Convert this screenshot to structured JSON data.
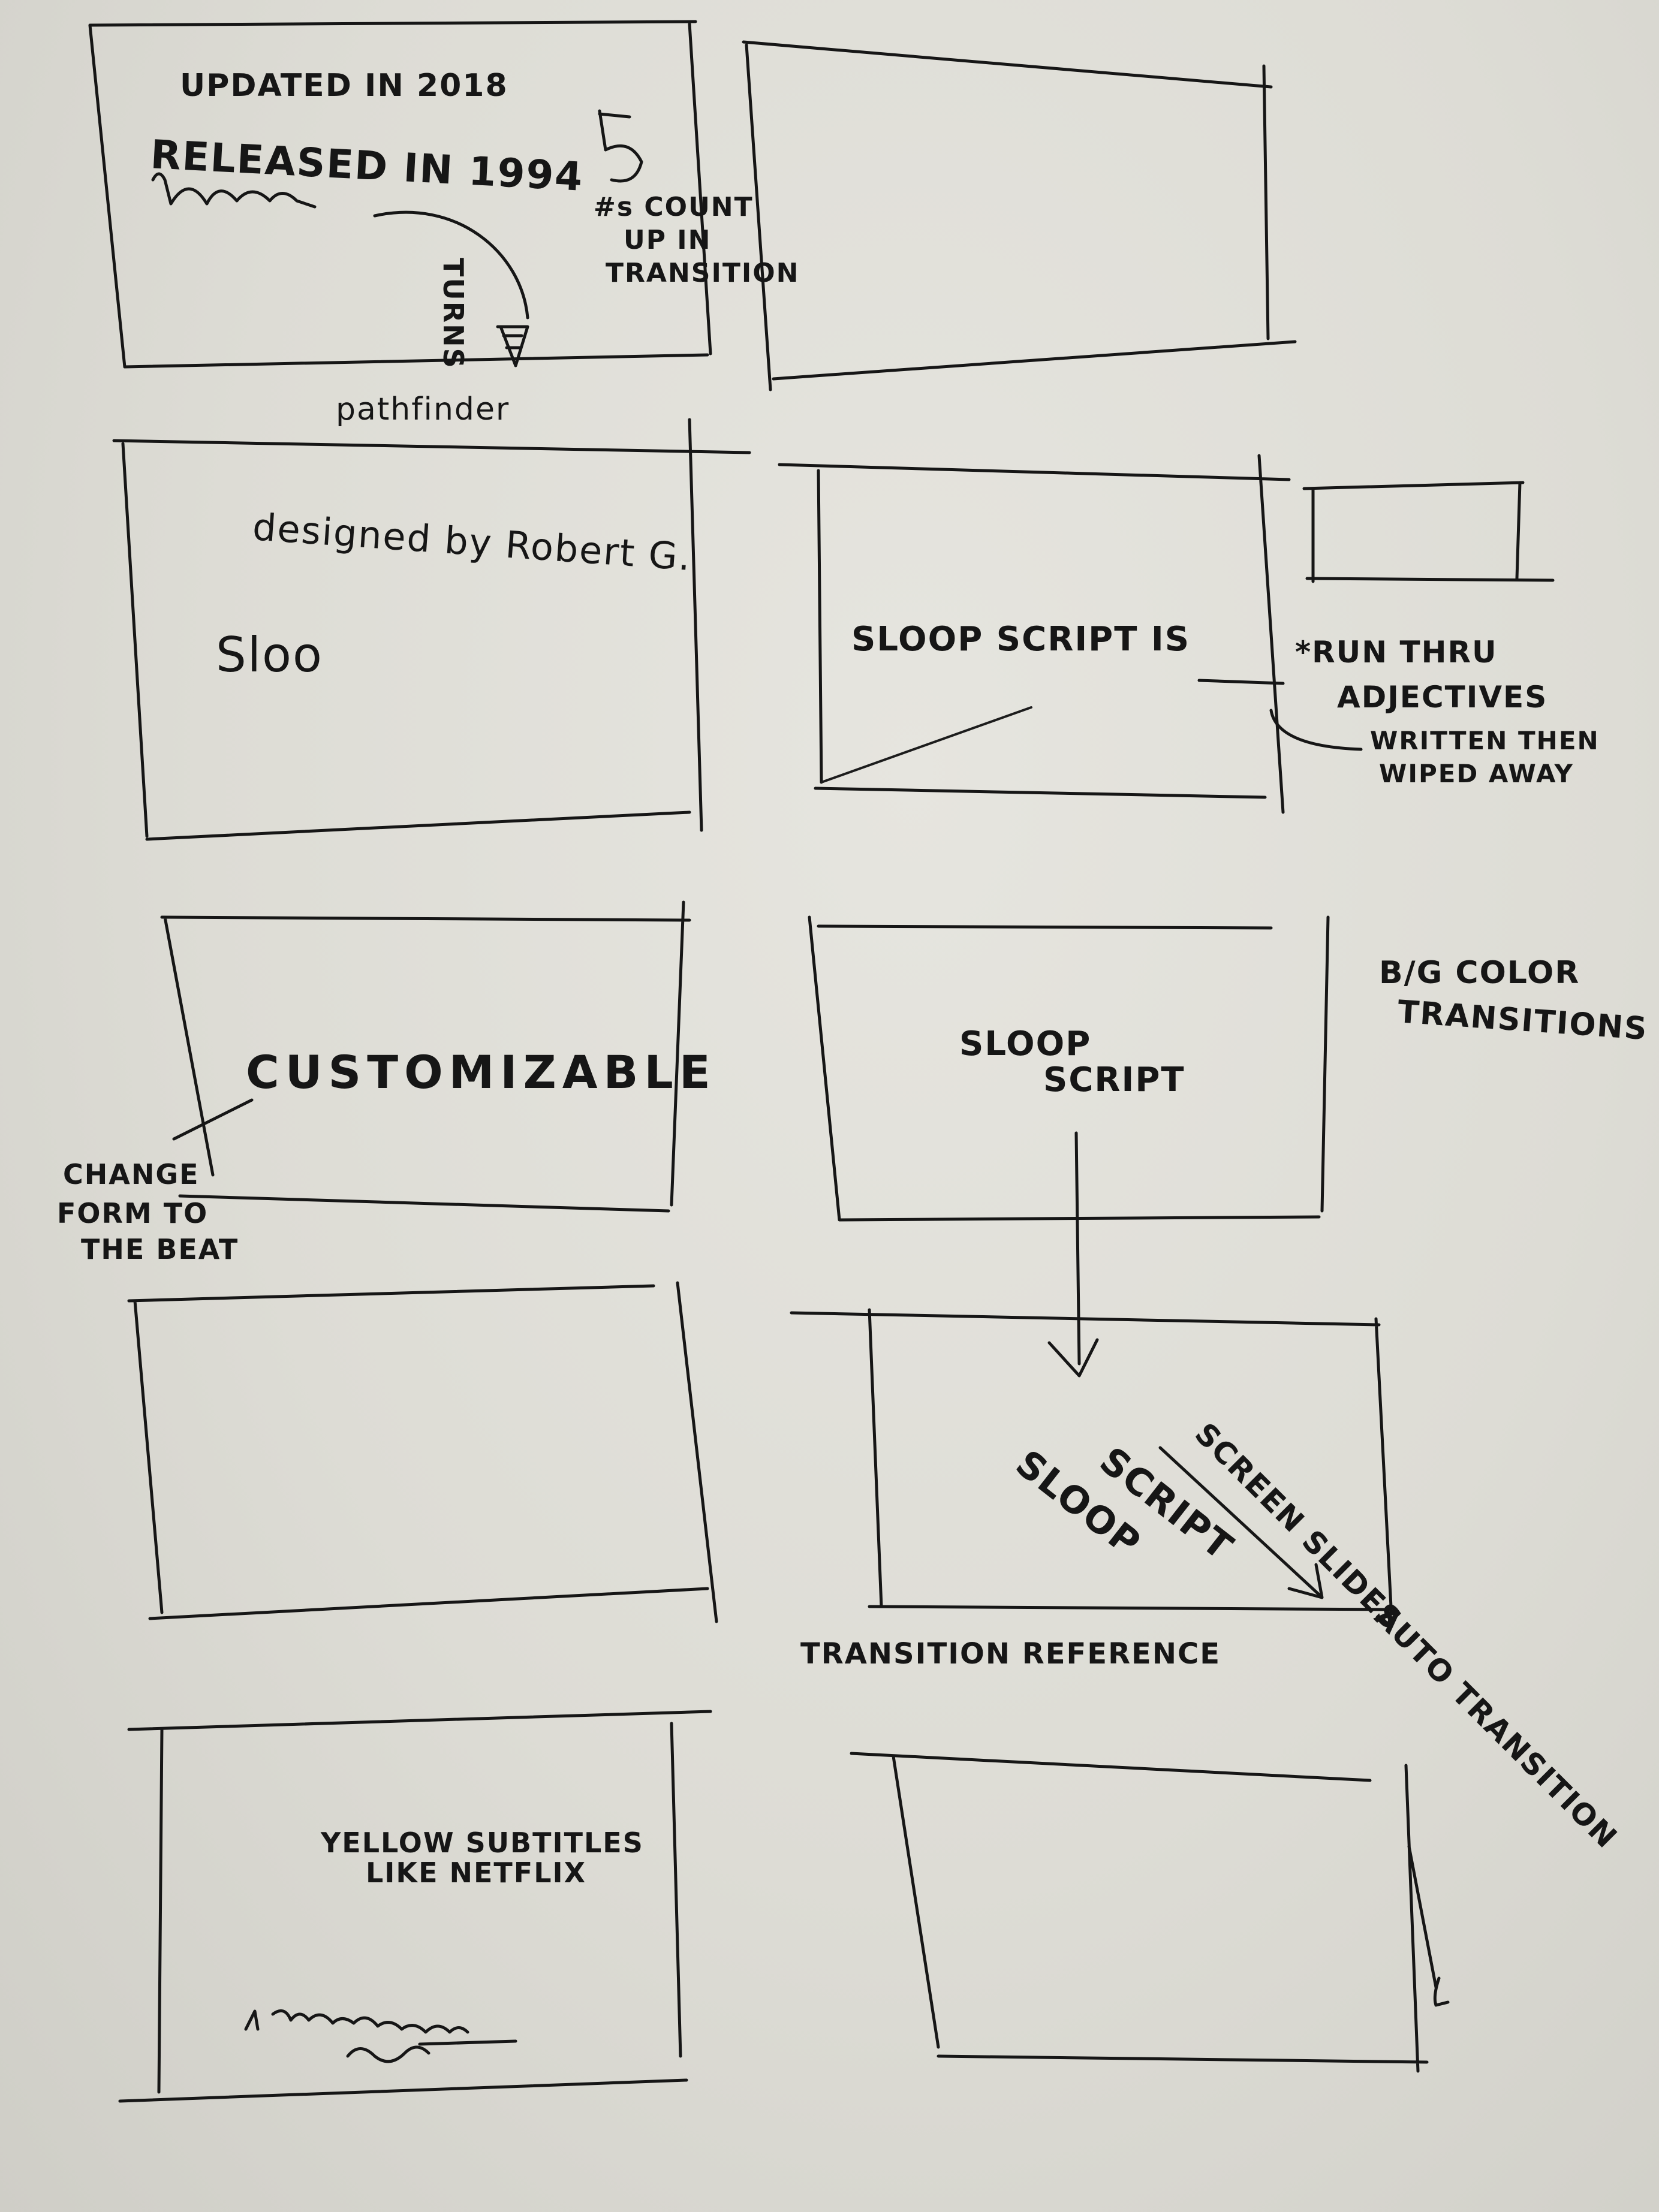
{
  "panel1": {
    "line1": "UPDATED IN 2018",
    "line2": "RELEASED IN 1994",
    "tag": "TURNS",
    "caption": "pathfinder",
    "note1": "#s COUNT",
    "note2": "UP IN",
    "note3": "TRANSITION"
  },
  "panel3": {
    "line1": "designed by Robert G.",
    "line2": "Sloo"
  },
  "panel4": {
    "text": "SLOOP SCRIPT IS",
    "note1": "*RUN THRU",
    "note2": "ADJECTIVES",
    "note3": "WRITTEN THEN",
    "note4": "WIPED AWAY"
  },
  "panel5": {
    "text": "CUSTOMIZABLE",
    "note1": "CHANGE",
    "note2": "FORM TO",
    "note3": "THE BEAT"
  },
  "panel6": {
    "line1": "SLOOP",
    "line2": "SCRIPT",
    "note1": "B/G COLOR",
    "note2": "TRANSITIONS"
  },
  "panel8": {
    "line1": "SLOOP",
    "line2": "SCRIPT",
    "slide_note": "SCREEN SLIDES",
    "caption": "TRANSITION REFERENCE",
    "side_note": "AUTO TRANSITION"
  },
  "panel9": {
    "line1": "YELLOW SUBTITLES",
    "line2": "LIKE NETFLIX"
  },
  "style": {
    "paper": "#dddcd5",
    "ink": "#161616"
  }
}
